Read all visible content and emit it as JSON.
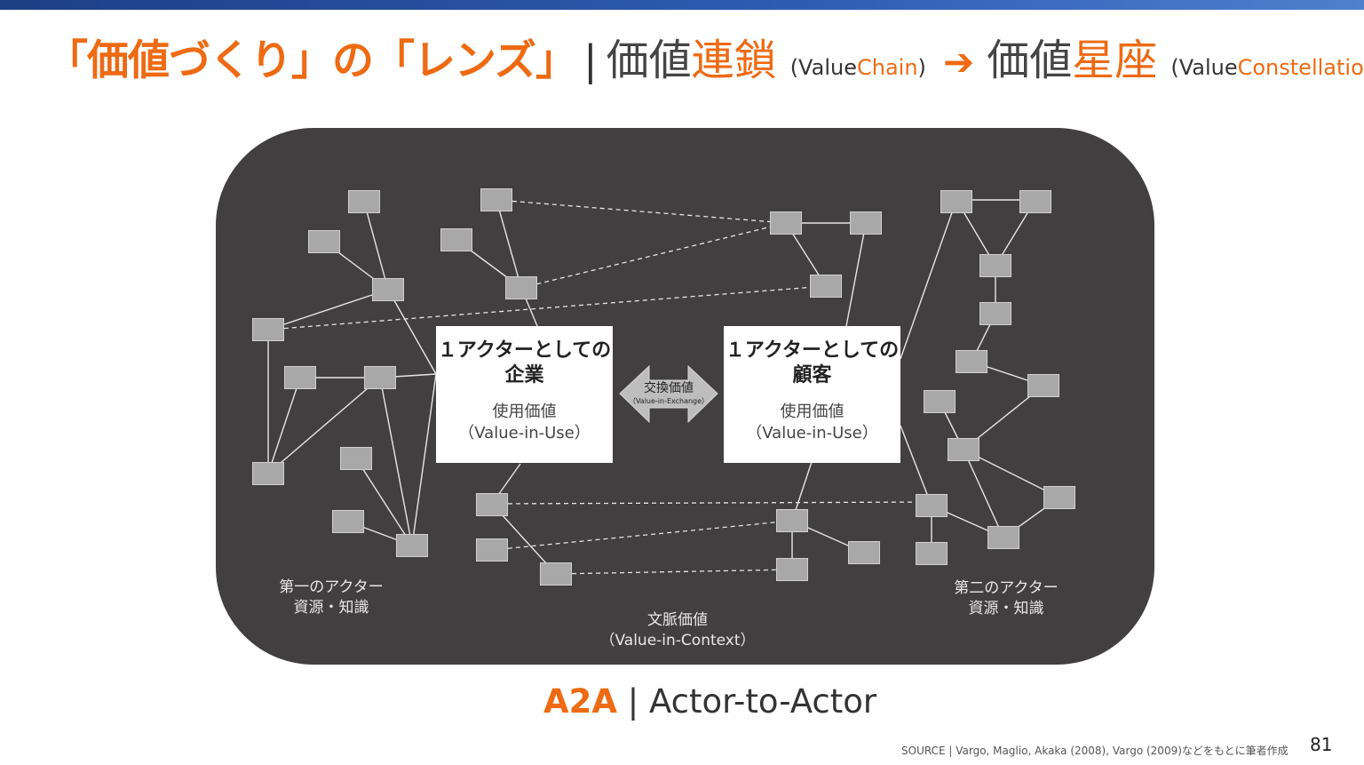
{
  "title": {
    "lens": "「価値づくり」の「レンズ」",
    "separator": "|",
    "chain_a": "価値",
    "chain_b": "連鎖",
    "chain_en_a": "(Value ",
    "chain_en_b": "Chain",
    "chain_en_c": ")",
    "arrow": "➔",
    "const_a": "価値",
    "const_b": "星座",
    "const_en_a": "(Value ",
    "const_en_b": "Constellation",
    "const_en_c": ")"
  },
  "diagram": {
    "actor_company": {
      "line1": "１アクターとしての",
      "line2": "企業",
      "use1": "使用価値",
      "use2": "（Value-in-Use）"
    },
    "actor_customer": {
      "line1": "１アクターとしての",
      "line2": "顧客",
      "use1": "使用価値",
      "use2": "（Value-in-Use）"
    },
    "exchange": {
      "label": "交換価値",
      "sub": "（Value-in-Exchange）"
    },
    "first_actor": {
      "line1": "第一のアクター",
      "line2": "資源・知識"
    },
    "second_actor": {
      "line1": "第二のアクター",
      "line2": "資源・知識"
    },
    "context": {
      "line1": "文脈価値",
      "line2": "（Value-in-Context）"
    }
  },
  "footer": {
    "a2a_key": "A2A",
    "a2a_sep": " | ",
    "a2a_text": "Actor-to-Actor",
    "source": "SOURCE | Vargo, Maglio, Akaka (2008), Vargo (2009)などをもとに筆者作成",
    "page_number": "81"
  },
  "colors": {
    "accent": "#ee6a13",
    "diagram_bg": "#423f40",
    "node": "#a8a8a8",
    "top_bar": "#2f5db4"
  }
}
